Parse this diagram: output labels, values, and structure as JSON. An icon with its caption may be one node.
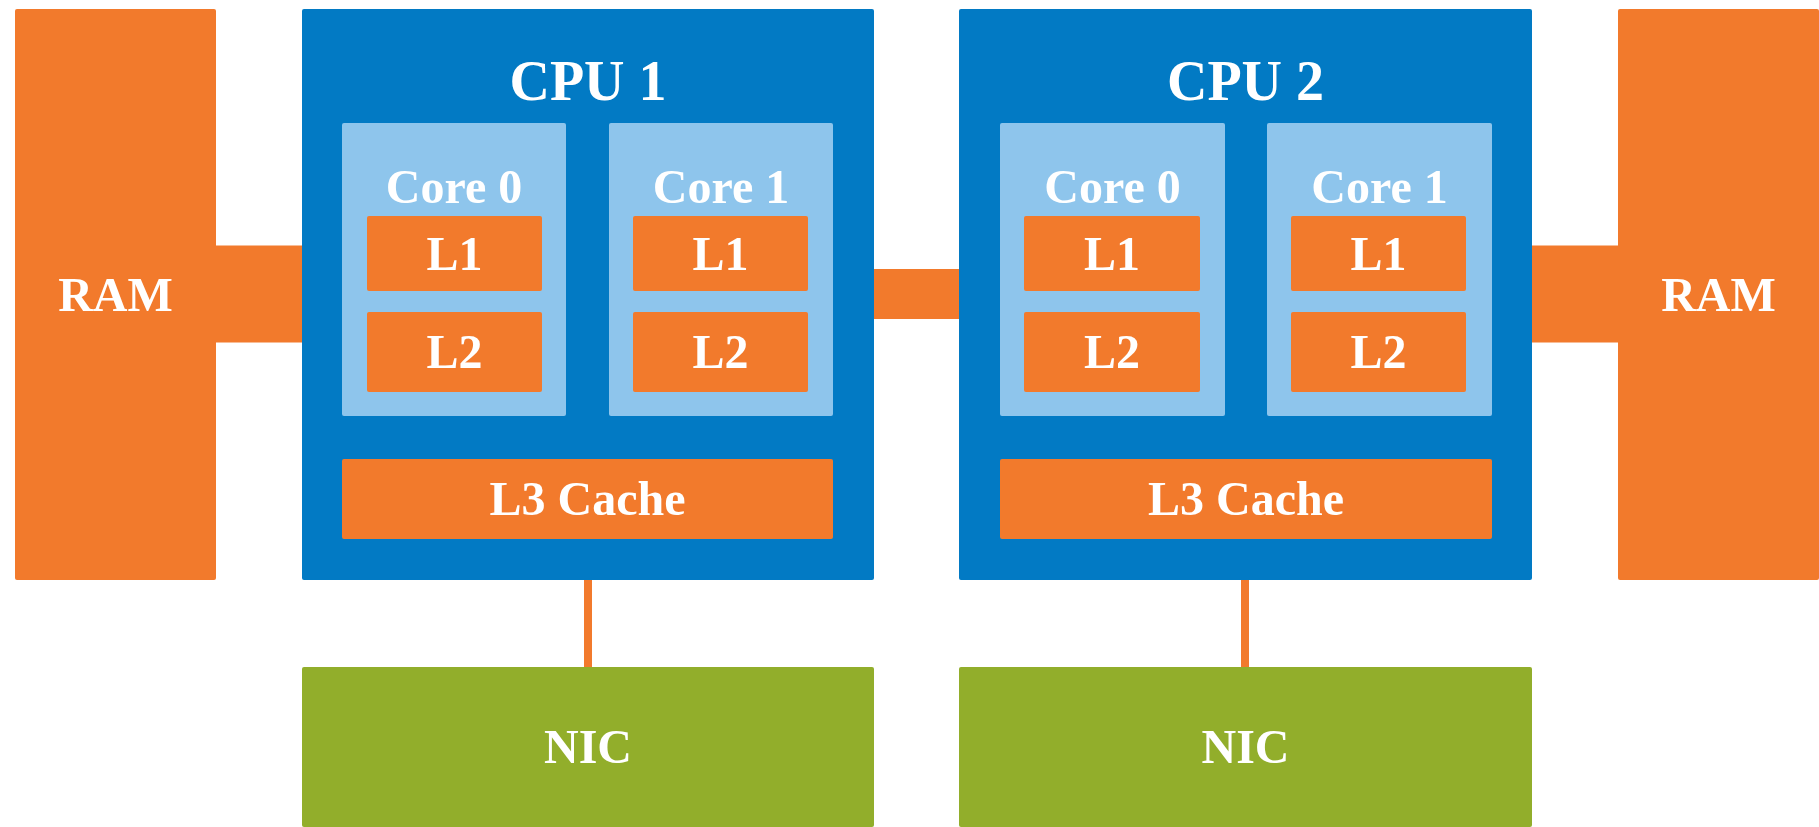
{
  "diagram": {
    "nodes": [
      {
        "text": [
          "RAM"
        ]
      },
      {
        "text": [
          "CPU 1"
        ]
      },
      {
        "text": [
          "Core 0"
        ],
        "in": 1
      },
      {
        "text": [
          "L1"
        ],
        "in": 2
      },
      {
        "text": [
          "L2"
        ],
        "in": 2
      },
      {
        "text": [
          "Core 1"
        ],
        "in": 1
      },
      {
        "text": [
          "L1"
        ],
        "in": 5
      },
      {
        "text": [
          "L2"
        ],
        "in": 5
      },
      {
        "text": [
          "L3 Cache"
        ],
        "in": 1
      },
      {
        "text": [
          "CPU 2"
        ]
      },
      {
        "text": [
          "Core 0"
        ],
        "in": 9
      },
      {
        "text": [
          "L1"
        ],
        "in": 10
      },
      {
        "text": [
          "L2"
        ],
        "in": 10
      },
      {
        "text": [
          "Core 1"
        ],
        "in": 9
      },
      {
        "text": [
          "L1"
        ],
        "in": 13
      },
      {
        "text": [
          "L2"
        ],
        "in": 13
      },
      {
        "text": [
          "L3 Cache"
        ],
        "in": 9
      },
      {
        "text": [
          "RAM"
        ]
      },
      {
        "text": [
          "NIC"
        ]
      },
      {
        "text": [
          "NIC"
        ]
      }
    ],
    "edges": [
      {
        "from": 0,
        "to": 1,
        "arrow": "none",
        "style": "thick"
      },
      {
        "from": 1,
        "to": 9,
        "arrow": "none"
      },
      {
        "from": 9,
        "to": 17,
        "arrow": "none",
        "style": "thick"
      },
      {
        "from": 1,
        "to": 18,
        "arrow": "none"
      },
      {
        "from": 9,
        "to": 19,
        "arrow": "none"
      }
    ]
  }
}
